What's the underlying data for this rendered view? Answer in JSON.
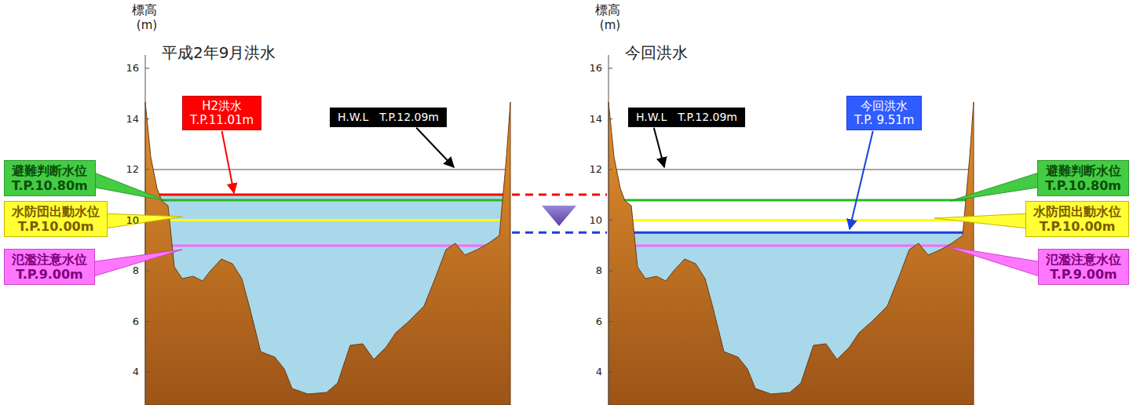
{
  "diagram": {
    "nodes": [
      {
        "text": [
          "H2洪水",
          "T.P.11.01m"
        ]
      },
      {
        "text": [
          "H.W.L　T.P.12.09m"
        ]
      },
      {
        "text": [
          "避難判断水位",
          "T.P.10.80m"
        ]
      },
      {
        "text": [
          "水防団出動水位",
          "T.P.10.00m"
        ]
      },
      {
        "text": [
          "氾濫注意水位",
          "T.P.9.00m"
        ]
      },
      {
        "text": [
          "H.W.L　T.P.12.09m"
        ]
      },
      {
        "text": [
          "今回洪水",
          "T.P. 9.51m"
        ]
      },
      {
        "text": [
          "避難判断水位",
          "T.P.10.80m"
        ]
      },
      {
        "text": [
          "水防団出動水位",
          "T.P.10.00m"
        ]
      },
      {
        "text": [
          "氾濫注意水位",
          "T.P.9.00m"
        ]
      }
    ],
    "labels": [
      "標高",
      "(m)",
      "平成2年9月洪水",
      "16",
      "14",
      "12",
      "10",
      "8",
      "6",
      "4",
      "標高",
      "(m)",
      "今回洪水",
      "16",
      "14",
      "12",
      "10",
      "8",
      "6",
      "4"
    ]
  }
}
